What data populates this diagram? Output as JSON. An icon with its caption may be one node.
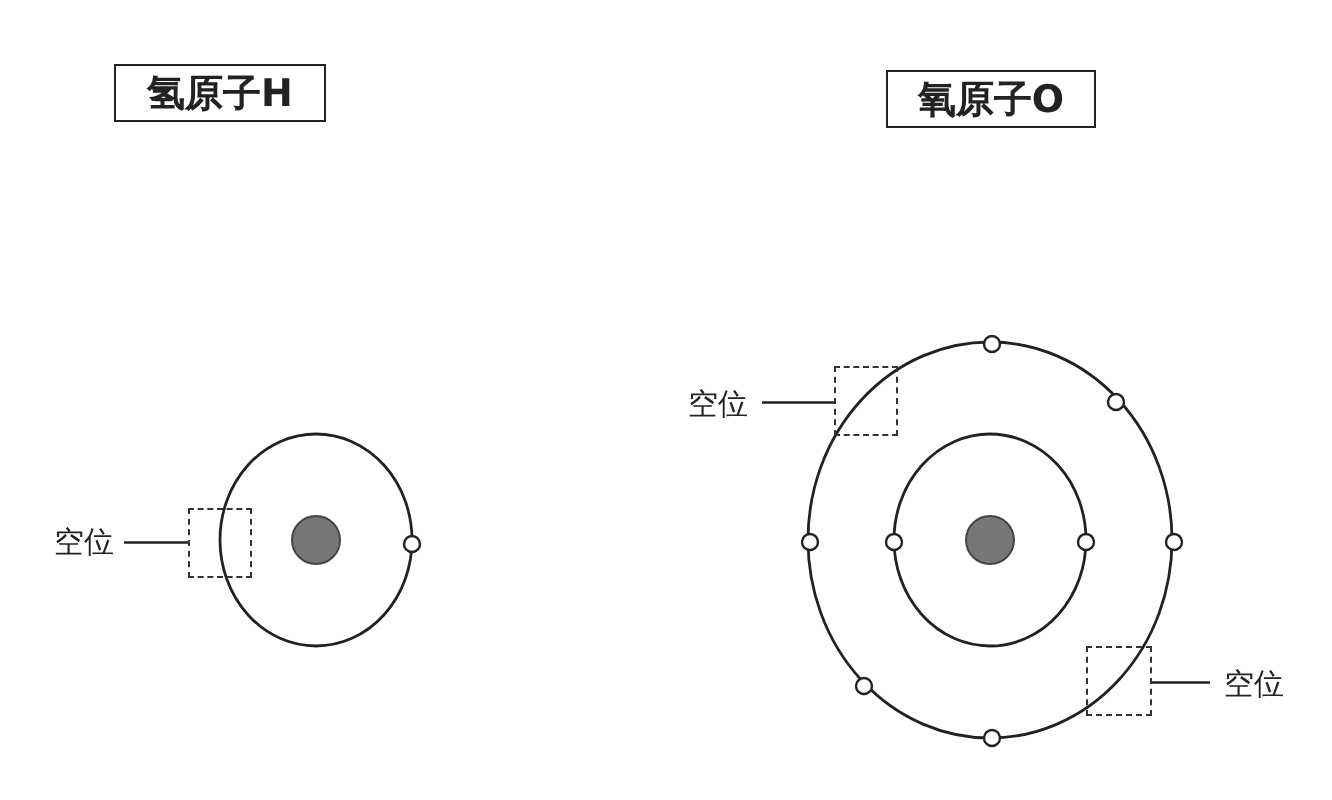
{
  "diagram": {
    "nodes": [
      {
        "text": [
          "氢原子H"
        ]
      },
      {
        "text": [
          "氧原子O"
        ]
      },
      {
        "text": [
          "空位"
        ]
      },
      {
        "text": [],
        "shape": "box"
      },
      {
        "text": [
          "空位"
        ]
      },
      {
        "text": [],
        "shape": "box"
      },
      {
        "text": [],
        "shape": "box"
      },
      {
        "text": [
          "空位"
        ]
      }
    ],
    "edges": [
      {
        "from": 2,
        "to": 3,
        "arrow": "none"
      },
      {
        "from": 4,
        "to": 5,
        "arrow": "none"
      },
      {
        "from": 7,
        "to": 6,
        "arrow": "none"
      }
    ]
  }
}
